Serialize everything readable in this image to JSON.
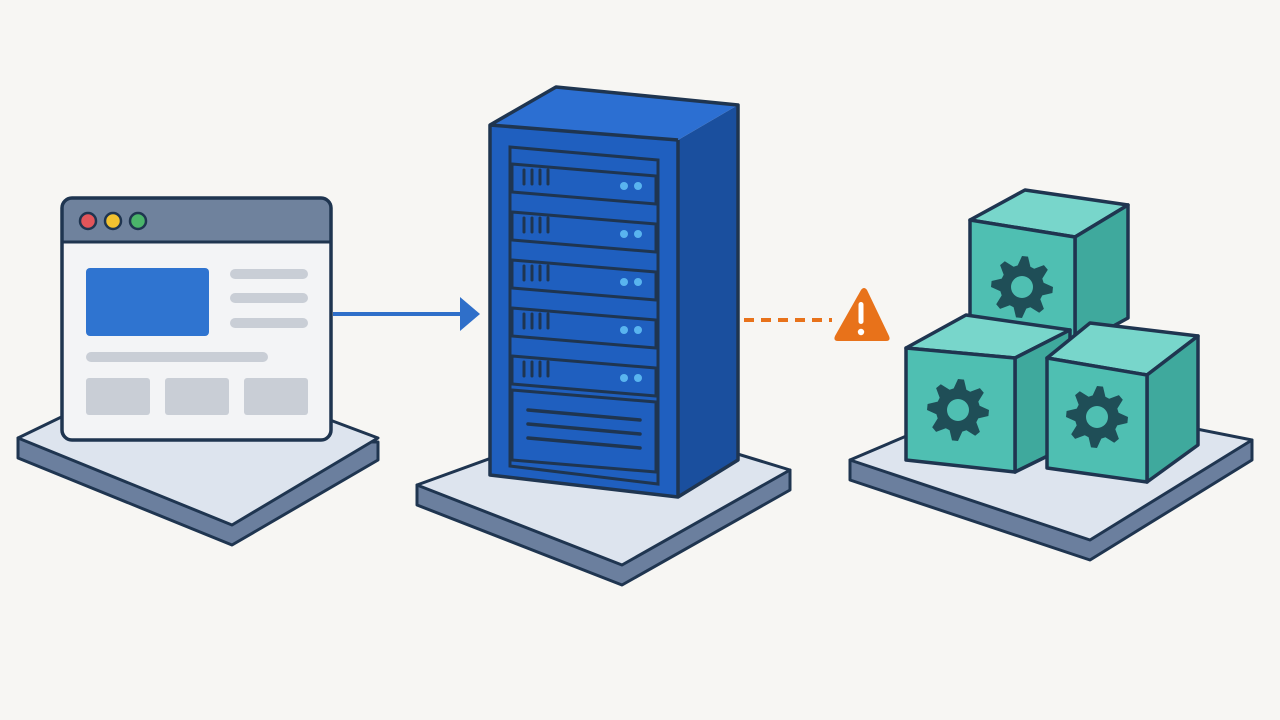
{
  "colors": {
    "background": "#f7f6f3",
    "outline": "#1f3550",
    "platform_top": "#dde4ee",
    "platform_side": "#6b7f9e",
    "browser_titlebar": "#6f829d",
    "browser_body": "#f3f4f6",
    "browser_hero": "#2f74d0",
    "browser_placeholder": "#c9ced6",
    "dot_red": "#e2555a",
    "dot_yellow": "#f2c230",
    "dot_green": "#4ab46a",
    "server_front": "#1f5fbf",
    "server_top": "#2c6fd2",
    "server_side": "#1a4f9e",
    "server_led": "#59b4ef",
    "arrow_blue": "#2f6fc9",
    "dashed_orange": "#e8721a",
    "warning_orange": "#e8721a",
    "cube_front": "#4fbfb2",
    "cube_top": "#78d6cb",
    "cube_side": "#3fa99d",
    "gear": "#1f4e57"
  },
  "icons": {
    "client": "browser-window-icon",
    "server": "server-rack-icon",
    "services": "cube-stack-icon",
    "service_gear": "gear-icon",
    "warning": "warning-triangle-icon"
  },
  "connections": [
    {
      "from": "client",
      "to": "server",
      "style": "solid-arrow",
      "color_key": "arrow_blue"
    },
    {
      "from": "server",
      "to": "services",
      "style": "dashed",
      "color_key": "dashed_orange",
      "marker": "warning"
    }
  ],
  "browser": {
    "window_dots": [
      "red",
      "yellow",
      "green"
    ],
    "text_lines": 3,
    "cards": 3
  },
  "server": {
    "drive_bays": 5,
    "leds_per_bay": 2
  },
  "services": {
    "cube_count": 3
  }
}
